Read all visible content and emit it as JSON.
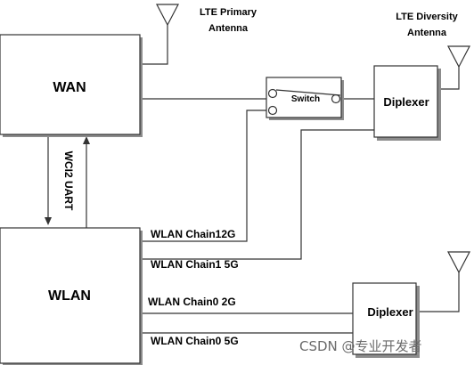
{
  "blocks": {
    "wan": "WAN",
    "wlan": "WLAN",
    "switch": "Switch",
    "diplexer_top": "Diplexer",
    "diplexer_bottom": "Diplexer"
  },
  "antennas": {
    "primary_line1": "LTE Primary",
    "primary_line2": "Antenna",
    "diversity_line1": "LTE Diversity",
    "diversity_line2": "Antenna"
  },
  "interface_label": "WCI2 UART",
  "chains": {
    "chain1_2g": "WLAN Chain12G",
    "chain1_5g": "WLAN Chain1 5G",
    "chain0_2g": "WLAN Chain0 2G",
    "chain0_5g": "WLAN Chain0 5G"
  },
  "watermark": "CSDN @专业开发者"
}
